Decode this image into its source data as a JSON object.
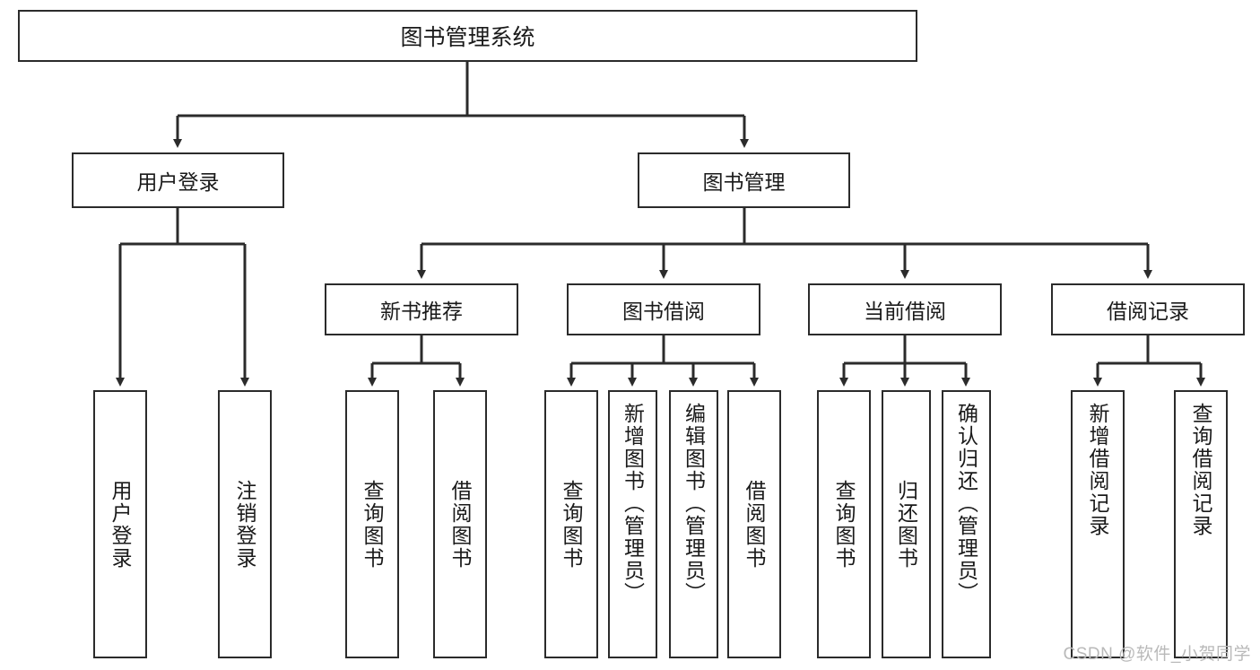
{
  "diagram": {
    "type": "tree-hierarchy",
    "title": "图书管理系统",
    "watermark": "CSDN @软件_小贺同学",
    "colors": {
      "box_border": "#2b2b2b",
      "box_fill": "#ffffff",
      "connector": "#2b2b2b",
      "text": "#1a1a1a",
      "watermark": "#b9b9b9"
    },
    "root": {
      "label": "图书管理系统"
    },
    "level2": [
      {
        "label": "用户登录"
      },
      {
        "label": "图书管理"
      }
    ],
    "level3": [
      {
        "label": "新书推荐"
      },
      {
        "label": "图书借阅"
      },
      {
        "label": "当前借阅"
      },
      {
        "label": "借阅记录"
      }
    ],
    "leaves": {
      "user_login": [
        {
          "label": "用户登录"
        },
        {
          "label": "注销登录"
        }
      ],
      "new_book_recommend": [
        {
          "label": "查询图书"
        },
        {
          "label": "借阅图书"
        }
      ],
      "book_borrow": [
        {
          "label": "查询图书"
        },
        {
          "label": "新增图书（管理员）"
        },
        {
          "label": "编辑图书（管理员）"
        },
        {
          "label": "借阅图书"
        }
      ],
      "current_borrow": [
        {
          "label": "查询图书"
        },
        {
          "label": "归还图书"
        },
        {
          "label": "确认归还（管理员）"
        }
      ],
      "borrow_record": [
        {
          "label": "新增借阅记录"
        },
        {
          "label": "查询借阅记录"
        }
      ]
    }
  }
}
